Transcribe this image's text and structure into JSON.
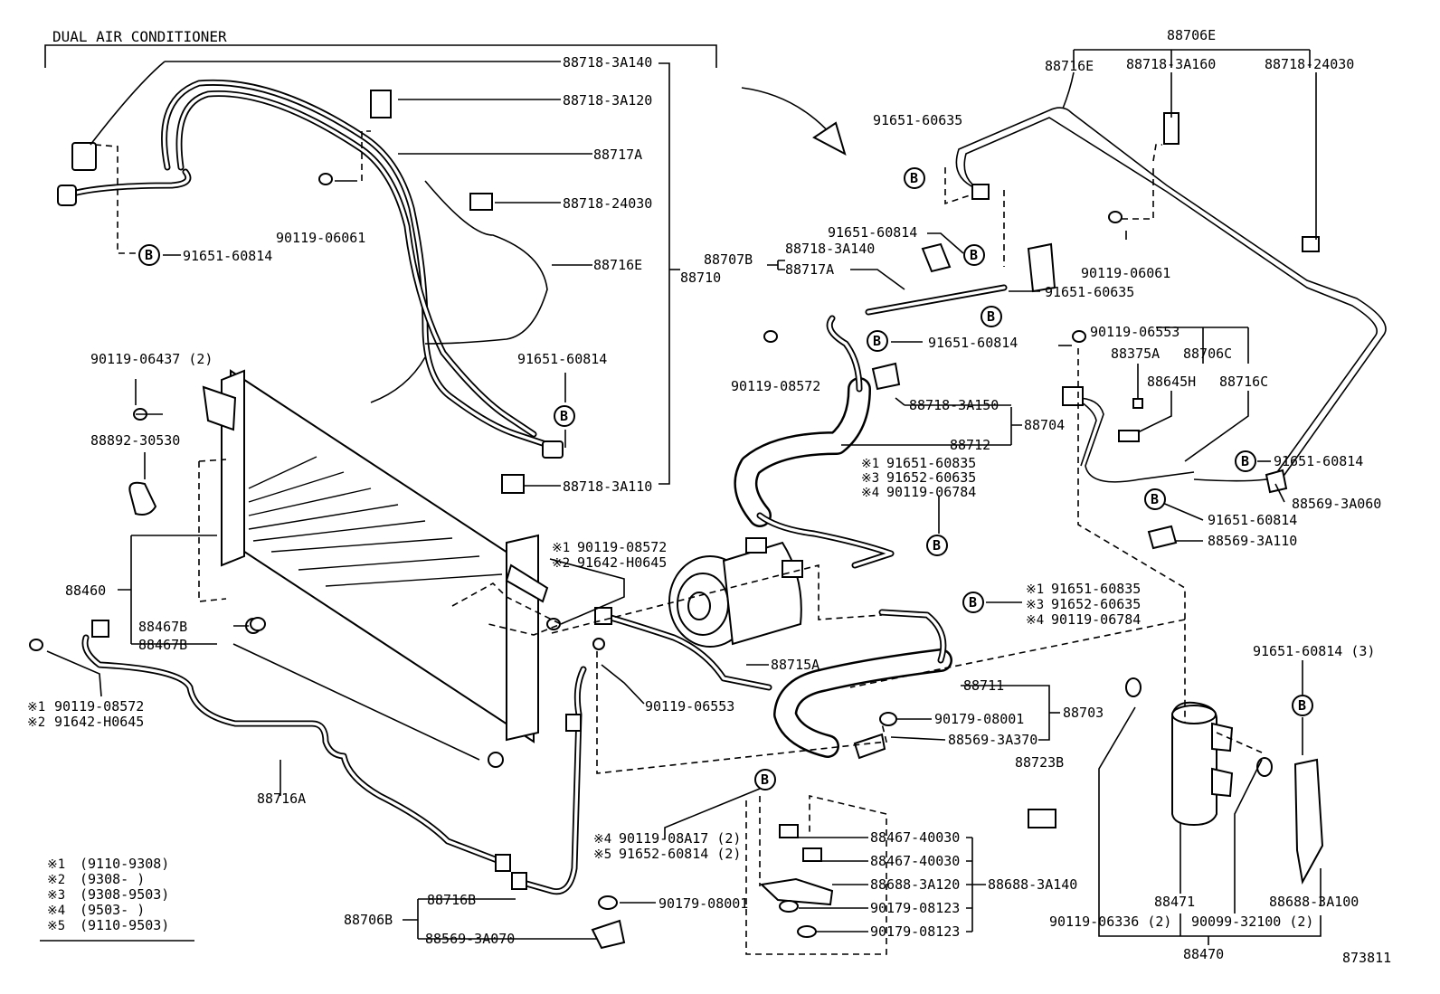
{
  "diagram": {
    "title": "DUAL AIR CONDITIONER",
    "figure_number": "873811",
    "badge_letter": "B",
    "legend": [
      {
        "mark": "※1",
        "range": "(9110-9308)"
      },
      {
        "mark": "※2",
        "range": "(9308-      )"
      },
      {
        "mark": "※3",
        "range": "(9308-9503)"
      },
      {
        "mark": "※4",
        "range": "(9503-      )"
      },
      {
        "mark": "※5",
        "range": "(9110-9503)"
      }
    ],
    "labels": {
      "l1": "88718-3A140",
      "l2": "88718-3A120",
      "l3": "88717A",
      "l4": "88718-24030",
      "l5": "88716E",
      "l6": "88710",
      "l7": "90119-06061",
      "l8": "91651-60814",
      "l9": "91651-60814",
      "l10": "88718-3A110",
      "l11": "90119-06437 (2)",
      "l12": "88892-30530",
      "l13": "88460",
      "l14": "88467B",
      "l15": "88467B",
      "l16": "※1",
      "l17": "90119-08572",
      "l18": "※2",
      "l19": "91642-H0645",
      "l20": "88716A",
      "l21": "※1",
      "l22": "90119-08572",
      "l23": "※2",
      "l24": "91642-H0645",
      "l25": "88715A",
      "l26": "90119-06553",
      "l27": "※4",
      "l28": "90119-08A17 (2)",
      "l29": "※5",
      "l30": "91652-60814 (2)",
      "l31": "88716B",
      "l32": "88706B",
      "l33": "90179-08001",
      "l34": "88569-3A070",
      "l35": "91651-60635",
      "l36": "91651-60814",
      "l37": "88707B",
      "l38": "88718-3A140",
      "l39": "88717A",
      "l40": "91651-60635",
      "l41": "91651-60814",
      "l42": "90119-08572",
      "l43": "88718-3A150",
      "l44": "88704",
      "l45": "88712",
      "l46": "※1",
      "l47": "91651-60835",
      "l48": "※3",
      "l49": "91652-60635",
      "l50": "※4",
      "l51": "90119-06784",
      "l52": "※1",
      "l53": "91651-60835",
      "l54": "※3",
      "l55": "91652-60635",
      "l56": "※4",
      "l57": "90119-06784",
      "l58": "88711",
      "l59": "88703",
      "l60": "90179-08001",
      "l61": "88569-3A370",
      "l62": "88467-40030",
      "l63": "88467-40030",
      "l64": "88688-3A120",
      "l65": "88688-3A140",
      "l66": "90179-08123",
      "l67": "90179-08123",
      "l68": "88723B",
      "l69": "88706E",
      "l70": "88716E",
      "l71": "88718-3A160",
      "l72": "88718-24030",
      "l73": "90119-06061",
      "l74": "90119-06553",
      "l75": "88375A",
      "l76": "88706C",
      "l77": "88645H",
      "l78": "88716C",
      "l79": "91651-60814",
      "l80": "88569-3A060",
      "l81": "91651-60814",
      "l82": "88569-3A110",
      "l83": "91651-60814 (3)",
      "l84": "88471",
      "l85": "88688-3A100",
      "l86": "90119-06336 (2)",
      "l87": "90099-32100 (2)",
      "l88": "88470"
    }
  }
}
